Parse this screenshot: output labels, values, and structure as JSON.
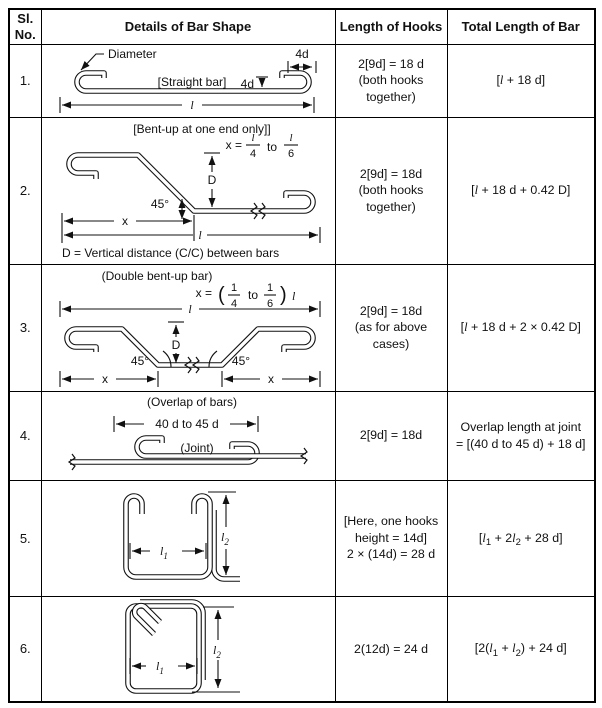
{
  "header": {
    "col1": "Sl.\nNo.",
    "col2": "Details of Bar Shape",
    "col3": "Length of Hooks",
    "col4": "Total Length of Bar"
  },
  "rows": [
    {
      "no": "1.",
      "hooks": "2[9d] = 18 d\n(both hooks\ntogether)",
      "total": [
        {
          "t": "["
        },
        {
          "t": "l",
          "i": true
        },
        {
          "t": " + 18 d]"
        }
      ],
      "d": {
        "diameter": "Diameter",
        "name": "[Straight bar]",
        "hook_w": "4d",
        "hook_h": "4d",
        "len": "l"
      }
    },
    {
      "no": "2.",
      "hooks": "2[9d] = 18d\n(both hooks\ntogether)",
      "total": [
        {
          "t": "["
        },
        {
          "t": "l",
          "i": true
        },
        {
          "t": " + 18 d + 0.42 D]"
        }
      ],
      "d": {
        "title": "[Bent-up at one end only]]",
        "xeq": "x =",
        "f1n": "l",
        "f1d": "4",
        "to": "to",
        "f2n": "l",
        "f2d": "6",
        "D": "D",
        "angle": "45°",
        "x": "x",
        "len": "l",
        "note": "D = Vertical distance (C/C) between bars"
      }
    },
    {
      "no": "3.",
      "hooks": "2[9d] = 18d\n(as for above\ncases)",
      "total": [
        {
          "t": "["
        },
        {
          "t": "l",
          "i": true
        },
        {
          "t": " + 18 d + 2 × 0.42 D]"
        }
      ],
      "d": {
        "title": "(Double bent-up bar)",
        "xeq": "x =",
        "po": "(",
        "f1n": "1",
        "f1d": "4",
        "to": "to",
        "f2n": "1",
        "f2d": "6",
        "pc": ")",
        "lmult": "l",
        "D": "D",
        "angle1": "45°",
        "angle2": "45°",
        "x1": "x",
        "x2": "x",
        "len": "l"
      }
    },
    {
      "no": "4.",
      "hooks": "2[9d] = 18d",
      "total": [
        {
          "t": "Overlap length at joint\n= [(40 d to 45 d) + 18 d]"
        }
      ],
      "d": {
        "title": "(Overlap of bars)",
        "dim": "40 d to 45 d",
        "joint": "(Joint)"
      }
    },
    {
      "no": "5.",
      "hooks": "[Here, one hooks\nheight = 14d]\n2 × (14d) = 28 d",
      "total": [
        {
          "t": "["
        },
        {
          "t": "l",
          "i": true
        },
        {
          "t": "1",
          "sub": true
        },
        {
          "t": " + 2"
        },
        {
          "t": "l",
          "i": true
        },
        {
          "t": "2",
          "sub": true
        },
        {
          "t": " + 28 d]"
        }
      ],
      "d": {
        "l1": "l",
        "l1s": "1",
        "l2": "l",
        "l2s": "2"
      }
    },
    {
      "no": "6.",
      "hooks": "2(12d) = 24 d",
      "total": [
        {
          "t": "[2("
        },
        {
          "t": "l",
          "i": true
        },
        {
          "t": "1",
          "sub": true
        },
        {
          "t": " + "
        },
        {
          "t": "l",
          "i": true
        },
        {
          "t": "2",
          "sub": true
        },
        {
          "t": ") + 24 d]"
        }
      ],
      "d": {
        "l1": "l",
        "l1s": "1",
        "l2": "l",
        "l2s": "2"
      }
    }
  ]
}
